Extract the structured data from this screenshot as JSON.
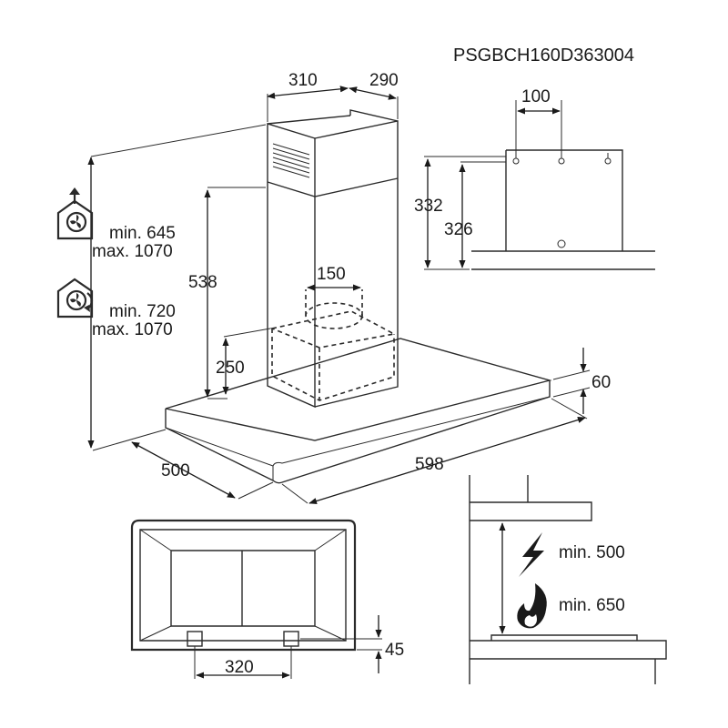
{
  "model_code": "PSGBCH160D363004",
  "dimensions": {
    "chimney_width": "310",
    "chimney_depth": "290",
    "bracket_spacing": "100",
    "bracket_height_outer": "332",
    "bracket_height_inner": "326",
    "chimney_height": "538",
    "outlet_diameter": "150",
    "filter_box_height": "250",
    "canopy_thickness": "60",
    "canopy_depth": "500",
    "canopy_width": "598",
    "filter_spacing": "320",
    "filter_offset": "45"
  },
  "installation": {
    "extraction_min": "min. 645",
    "extraction_max": "max. 1070",
    "recirculation_min": "min. 720",
    "recirculation_max": "max. 1070",
    "electric_min": "min. 500",
    "gas_min": "min. 650"
  },
  "icons": {
    "extraction": "house-extraction-fan-icon",
    "recirculation": "house-recirculation-fan-icon",
    "electric": "lightning-icon",
    "gas": "flame-icon"
  }
}
